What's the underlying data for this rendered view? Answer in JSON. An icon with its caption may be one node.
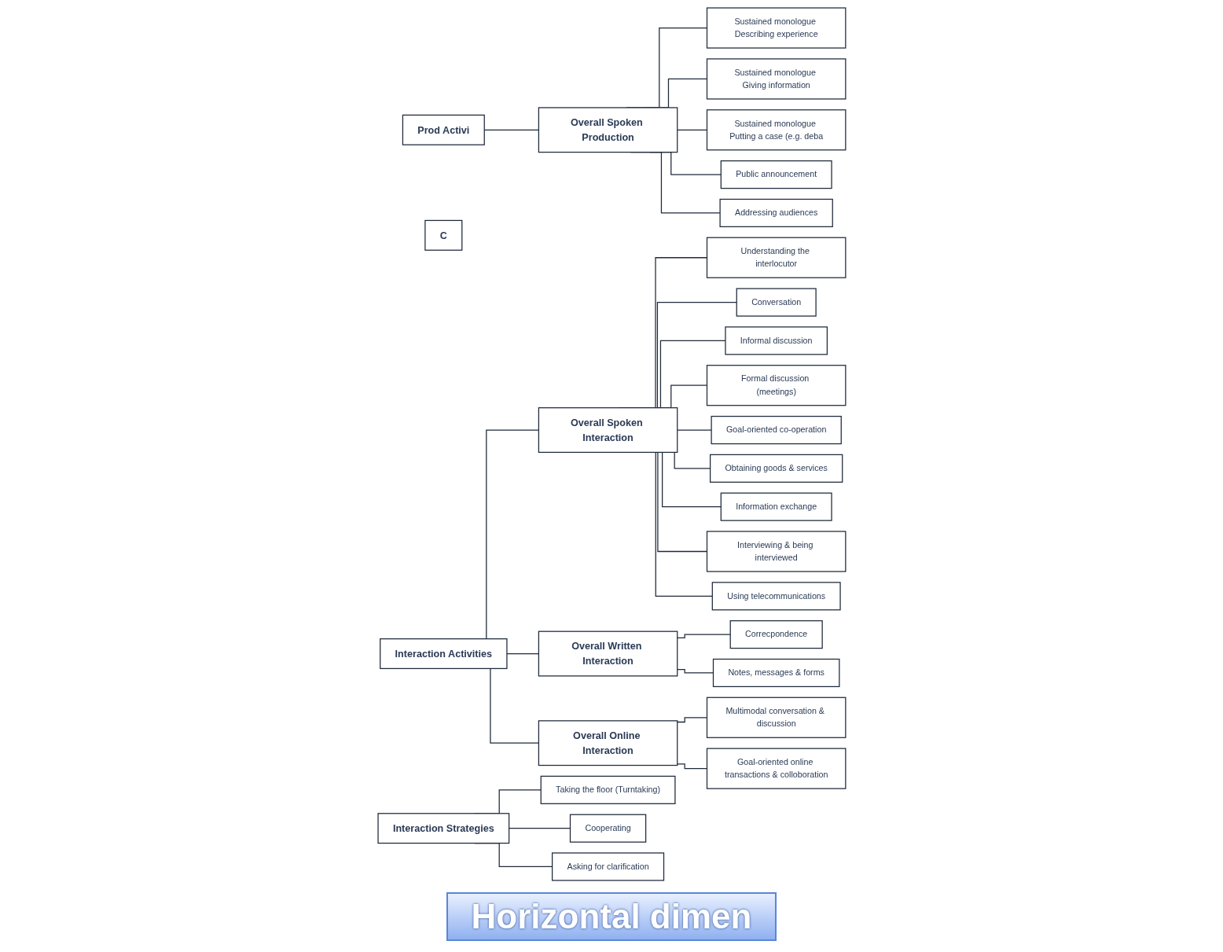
{
  "diagram": {
    "nodes": [
      {
        "text": [
          "Interaction Activities"
        ]
      },
      {
        "text": [
          "Overall Spoken Interaction"
        ]
      },
      {
        "text": [
          "Understanding the interlocutor"
        ]
      },
      {
        "text": [
          "Conversation"
        ]
      },
      {
        "text": [
          "Informal discussion"
        ]
      },
      {
        "text": [
          "Formal discussion (meetings)"
        ]
      },
      {
        "text": [
          "Goal-oriented co-operation"
        ]
      },
      {
        "text": [
          "Obtaining goods & services"
        ]
      },
      {
        "text": [
          "Information exchange"
        ]
      },
      {
        "text": [
          "Interviewing & being interviewed"
        ]
      },
      {
        "text": [
          "Using telecommunications"
        ]
      },
      {
        "text": [
          "Overall Written Interaction"
        ]
      },
      {
        "text": [
          "Correcpondence"
        ]
      },
      {
        "text": [
          "Notes, messages & forms"
        ]
      },
      {
        "text": [
          "Overall Online Interaction"
        ]
      },
      {
        "text": [
          "Multimodal conversation & discussion"
        ]
      },
      {
        "text": [
          "Goal-oriented online transactions & colloboration"
        ]
      },
      {
        "text": [
          "Interaction Strategies"
        ]
      },
      {
        "text": [
          "Taking the floor (Turntaking)"
        ]
      },
      {
        "text": [
          "Cooperating"
        ]
      },
      {
        "text": [
          "Asking for clarification"
        ]
      },
      {
        "text": [
          "Prod Activi"
        ]
      },
      {
        "text": [
          "Overall Spoken Production"
        ]
      },
      {
        "text": [
          "Sustained monologue Describing experience"
        ]
      },
      {
        "text": [
          "Sustained monologue Giving information"
        ]
      },
      {
        "text": [
          "Sustained monologue Putting a case (e.g. deba"
        ]
      },
      {
        "text": [
          "Public announcement"
        ]
      },
      {
        "text": [
          "Addressing audiences"
        ]
      },
      {
        "text": [
          "C"
        ]
      }
    ],
    "edges": [
      {
        "from": 0,
        "to": 1,
        "arrow": "none"
      },
      {
        "from": 0,
        "to": 11,
        "arrow": "none"
      },
      {
        "from": 0,
        "to": 14,
        "arrow": "none"
      },
      {
        "from": 1,
        "to": 2,
        "arrow": "none"
      },
      {
        "from": 1,
        "to": 3,
        "arrow": "none"
      },
      {
        "from": 1,
        "to": 4,
        "arrow": "none"
      },
      {
        "from": 1,
        "to": 5,
        "arrow": "none"
      },
      {
        "from": 1,
        "to": 6,
        "arrow": "none"
      },
      {
        "from": 1,
        "to": 7,
        "arrow": "none"
      },
      {
        "from": 1,
        "to": 8,
        "arrow": "none"
      },
      {
        "from": 1,
        "to": 9,
        "arrow": "none"
      },
      {
        "from": 1,
        "to": 10,
        "arrow": "none"
      },
      {
        "from": 11,
        "to": 12,
        "arrow": "none"
      },
      {
        "from": 11,
        "to": 13,
        "arrow": "none"
      },
      {
        "from": 14,
        "to": 15,
        "arrow": "none"
      },
      {
        "from": 14,
        "to": 16,
        "arrow": "none"
      },
      {
        "from": 17,
        "to": 18,
        "arrow": "none"
      },
      {
        "from": 17,
        "to": 19,
        "arrow": "none"
      },
      {
        "from": 17,
        "to": 20,
        "arrow": "none"
      },
      {
        "from": 21,
        "to": 22,
        "arrow": "none"
      },
      {
        "from": 22,
        "to": 23,
        "arrow": "none"
      },
      {
        "from": 22,
        "to": 24,
        "arrow": "none"
      },
      {
        "from": 22,
        "to": 25,
        "arrow": "none"
      },
      {
        "from": 22,
        "to": 26,
        "arrow": "none"
      },
      {
        "from": 22,
        "to": 27,
        "arrow": "none"
      }
    ],
    "labels": [
      "Horizontal dimen"
    ]
  }
}
